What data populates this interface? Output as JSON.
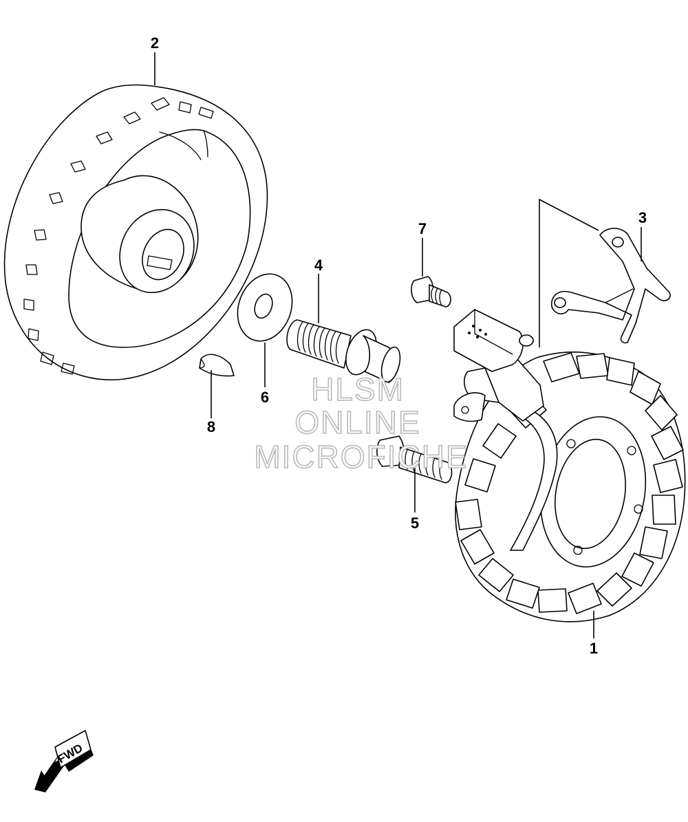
{
  "callouts": {
    "part1": "1",
    "part2": "2",
    "part3": "3",
    "part4": "4",
    "part5": "5",
    "part6": "6",
    "part7": "7",
    "part8": "8"
  },
  "watermark": {
    "line1": "HLSM",
    "line2": "ONLINE",
    "line3": "MICROFICHE"
  },
  "direction_arrow": {
    "label": "FWD"
  }
}
